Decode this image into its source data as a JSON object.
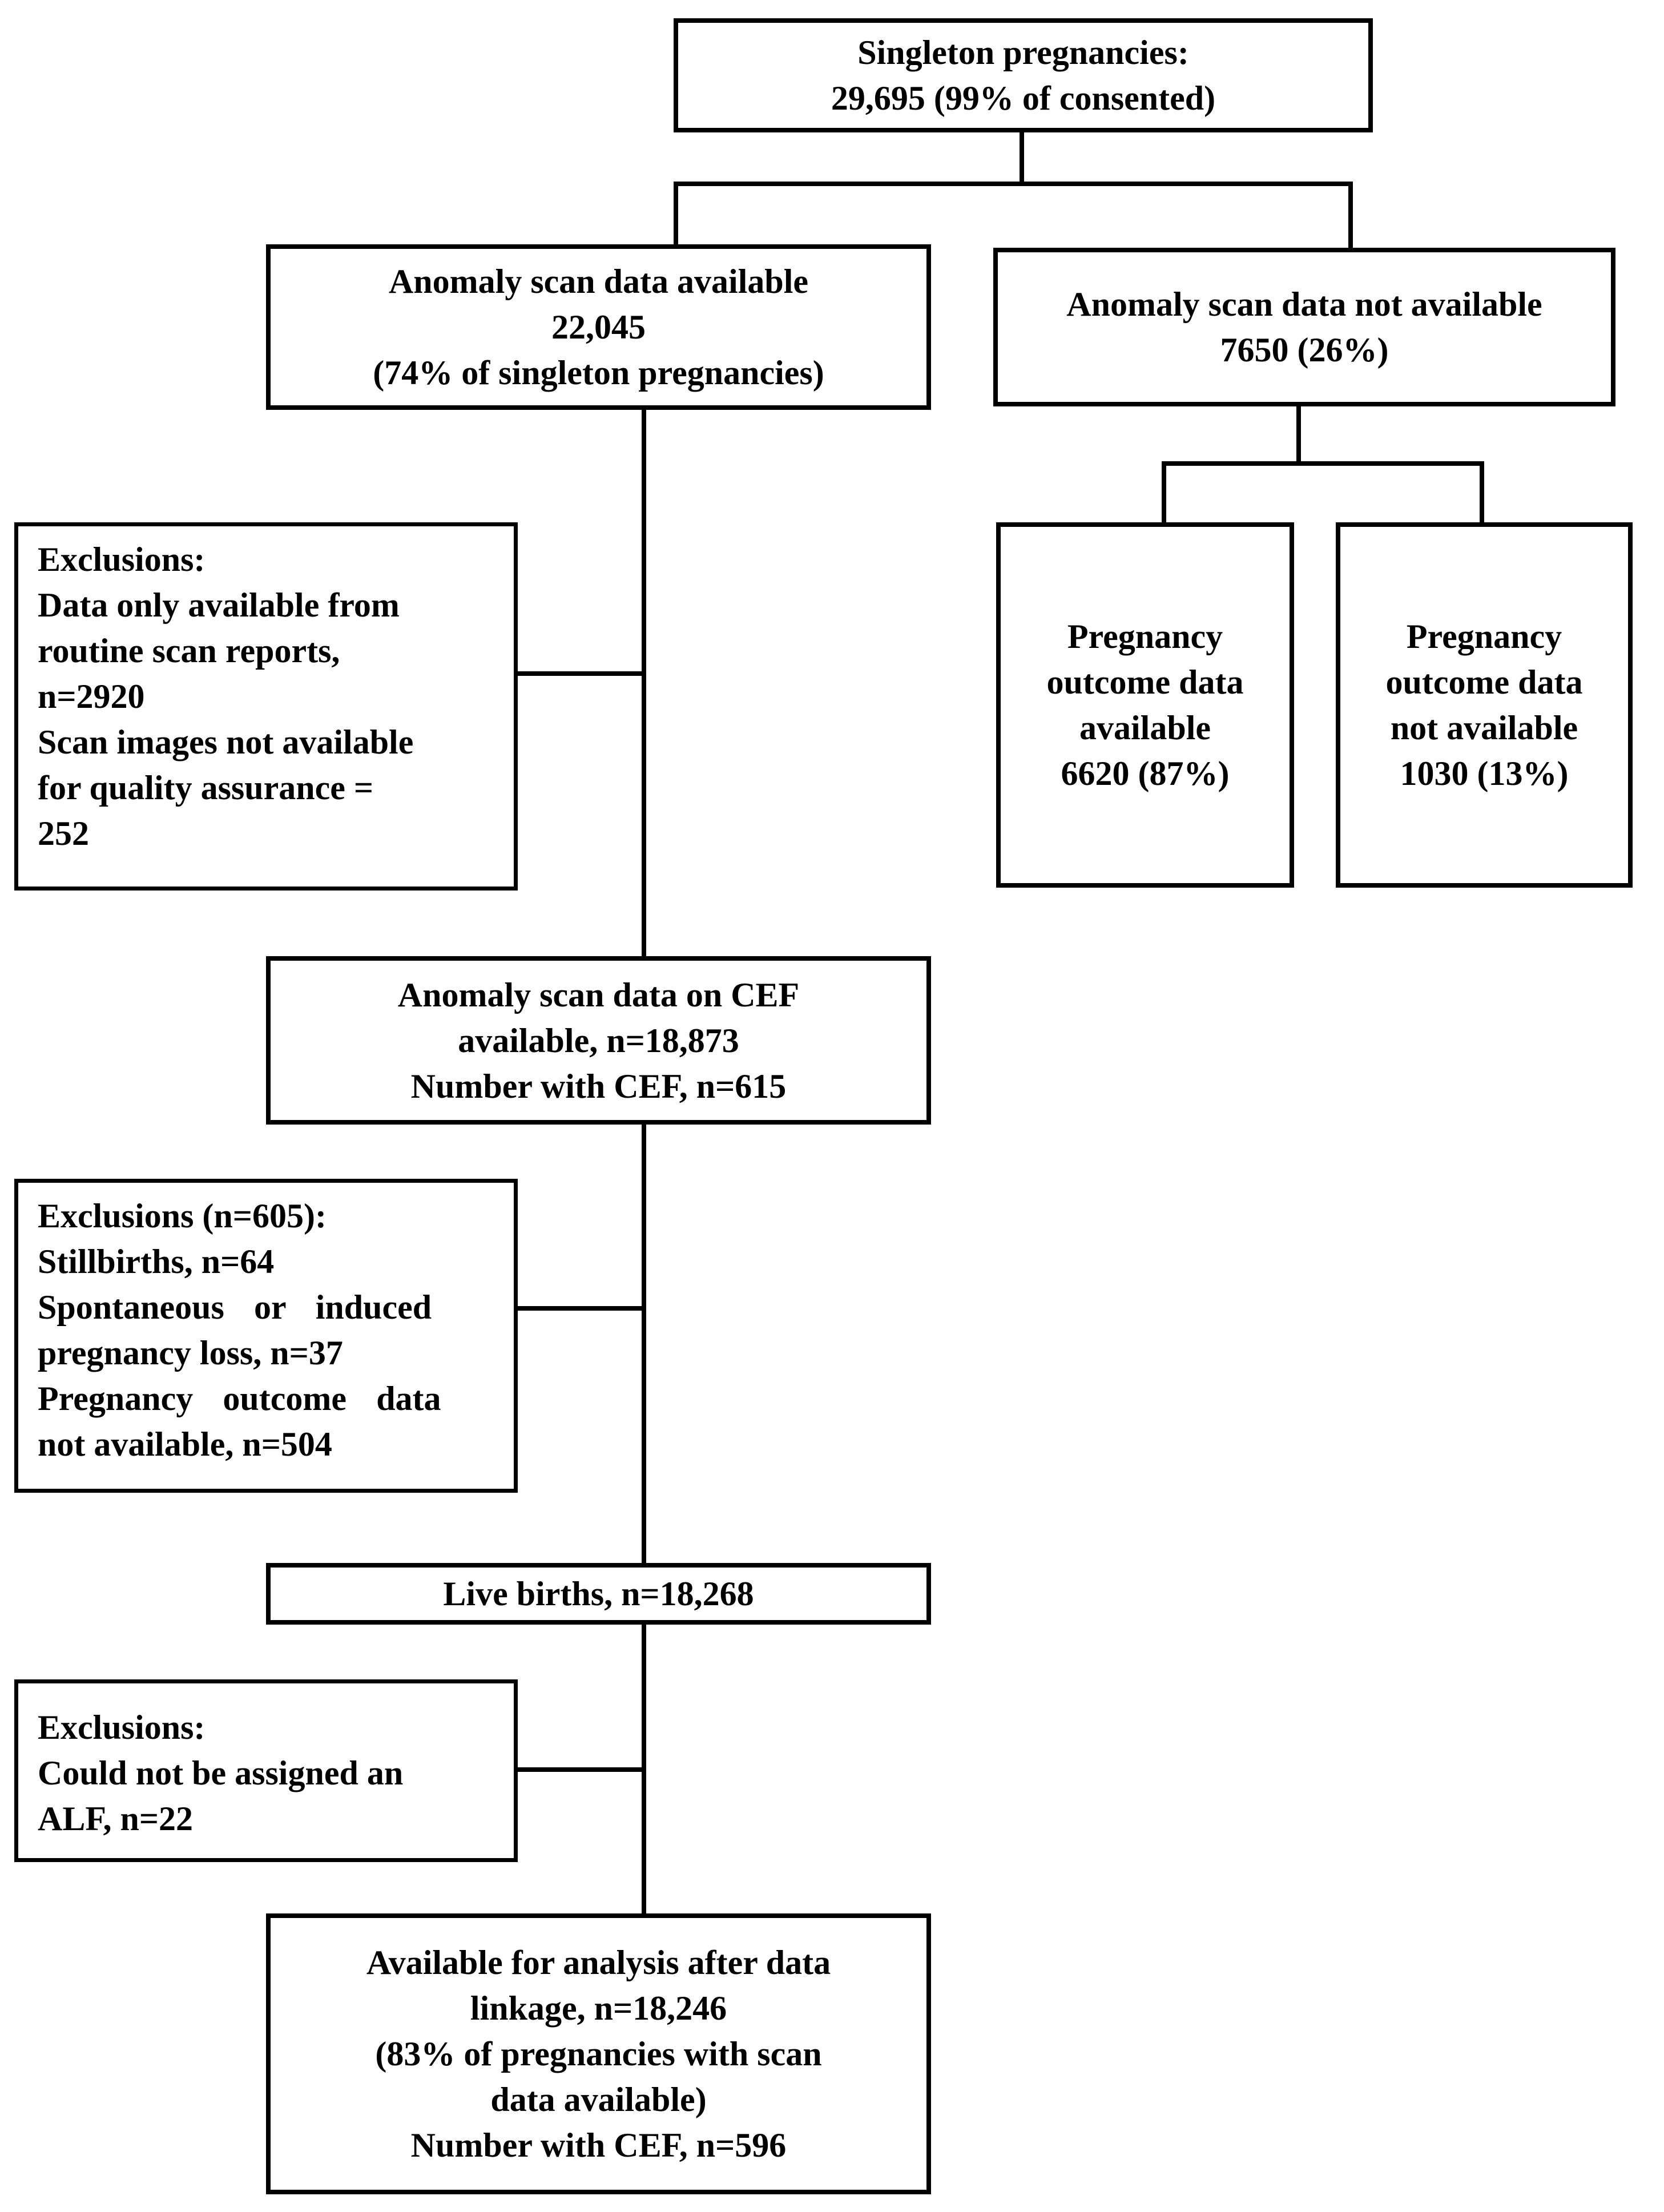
{
  "diagram": {
    "kind": "study-flow-chart",
    "colors": {
      "background": "#ffffff",
      "line": "#000000",
      "text": "#000000"
    },
    "boxes": {
      "singleton": {
        "lines": [
          "Singleton pregnancies:",
          "29,695 (99% of consented)"
        ]
      },
      "scan_available": {
        "lines": [
          "Anomaly scan data available",
          "22,045",
          "(74% of singleton pregnancies)"
        ]
      },
      "scan_not_available": {
        "lines": [
          "Anomaly scan data not available",
          "7650 (26%)"
        ]
      },
      "exclusions_scan": {
        "lines": [
          "Exclusions:",
          "Data only available from",
          "routine scan reports,",
          "n=2920",
          "Scan images not available",
          "for quality assurance =",
          "252"
        ]
      },
      "outcome_available": {
        "lines": [
          "Pregnancy",
          "outcome data",
          "available",
          "6620 (87%)"
        ]
      },
      "outcome_not_available": {
        "lines": [
          "Pregnancy",
          "outcome data",
          "not available",
          "1030 (13%)"
        ]
      },
      "cef_available": {
        "lines": [
          "Anomaly scan data on CEF",
          "available, n=18,873",
          "Number with CEF, n=615"
        ]
      },
      "exclusions_outcome": {
        "lines": [
          "Exclusions (n=605):",
          "Stillbirths, n=64",
          "Spontaneous or induced",
          "pregnancy loss, n=37",
          "Pregnancy outcome data",
          "not available, n=504"
        ]
      },
      "live_births": {
        "lines": [
          "Live births, n=18,268"
        ]
      },
      "exclusions_alf": {
        "lines": [
          "Exclusions:",
          "Could not be assigned an",
          "ALF, n=22"
        ]
      },
      "final_analysis": {
        "lines": [
          "Available for analysis after data",
          "linkage, n=18,246",
          "(83% of pregnancies with scan",
          "data available)",
          "Number with CEF, n=596"
        ]
      }
    }
  }
}
